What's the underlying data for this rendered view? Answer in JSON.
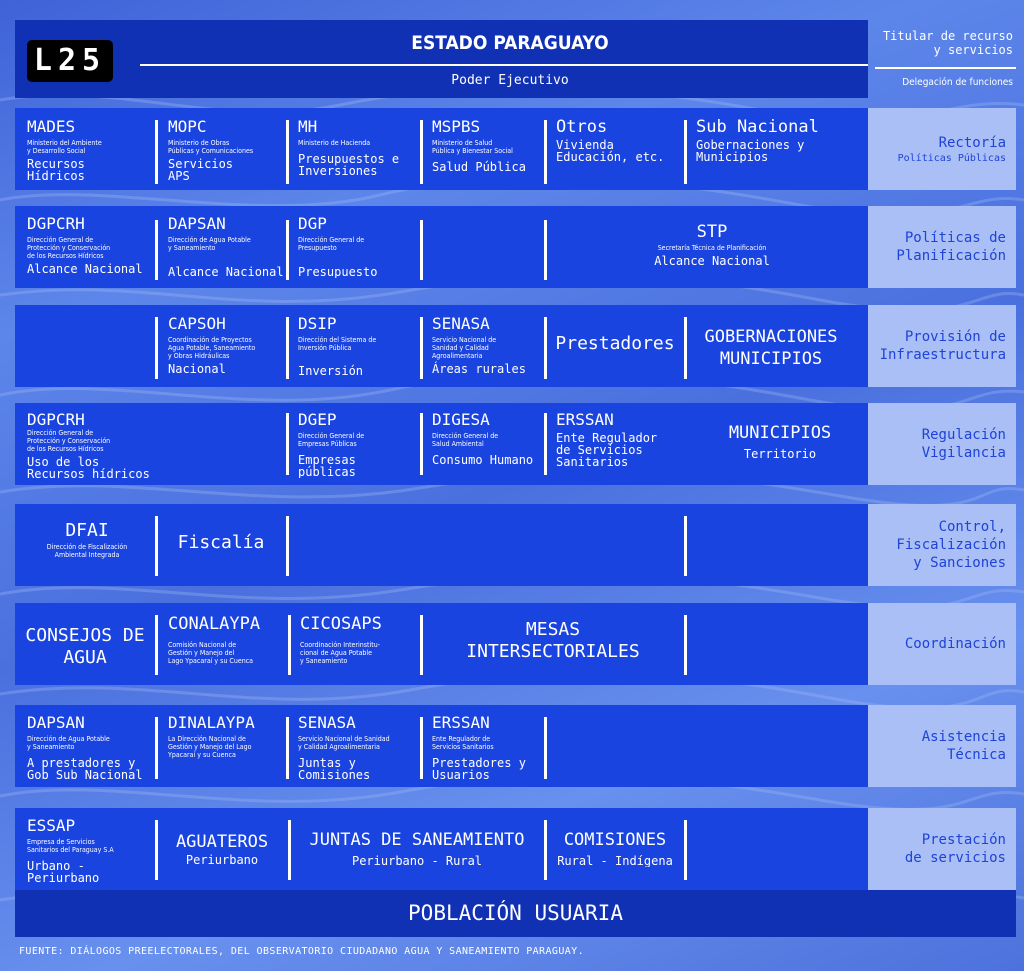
{
  "header": {
    "logo": "L25",
    "title": "ESTADO PARAGUAYO",
    "subtitle": "Poder Ejecutivo",
    "col_title": "Titular de recurso\ny servicios",
    "col_sub": "Delegación de funciones"
  },
  "rows": [
    {
      "label": "Rectoría",
      "label_sub": "Políticas Públicas",
      "cells": [
        {
          "name": "MADES",
          "desc": "Ministerio del Ambiente\ny Desarrollo Social",
          "body": "Recursos\nHídricos"
        },
        {
          "name": "MOPC",
          "desc": "Ministerio de Obras\nPúblicas y Comunicaciones",
          "body": "Servicios\nAPS"
        },
        {
          "name": "MH",
          "desc": "Ministerio de Hacienda",
          "body": "Presupuestos e\nInversiones"
        },
        {
          "name": "MSPBS",
          "desc": "Ministerio de Salud\nPública y Bienestar Social",
          "body": "Salud Pública"
        },
        {
          "name": "Otros",
          "body": "Vivienda\nEducación, etc."
        },
        {
          "name": "Sub Nacional",
          "body": "Gobernaciones y\nMunicipios"
        }
      ]
    },
    {
      "label": "Políticas de\nPlanificación",
      "cells": [
        {
          "name": "DGPCRH",
          "desc": "Dirección General de\nProtección y Conservación\nde los Recursos Hídricos",
          "body": "Alcance Nacional"
        },
        {
          "name": "DAPSAN",
          "desc": "Dirección de Agua Potable\ny Saneamiento",
          "body": "Alcance Nacional"
        },
        {
          "name": "DGP",
          "desc": "Dirección General de\nPresupuesto",
          "body": "Presupuesto"
        },
        {
          "name": "STP",
          "desc": "Secretaría Técnica de Planificación",
          "body": "Alcance Nacional"
        }
      ]
    },
    {
      "label": "Provisión de\nInfraestructura",
      "cells": [
        {
          "name": "CAPSOH",
          "desc": "Coordinación de Proyectos\nAgua Potable, Saneamiento\ny Obras Hidráulicas",
          "body": "Nacional"
        },
        {
          "name": "DSIP",
          "desc": "Dirección del Sistema de\nInversión Pública",
          "body": "Inversión"
        },
        {
          "name": "SENASA",
          "desc": "Servicio Nacional de\nSanidad y Calidad\nAgroalimentaria",
          "body": "Áreas rurales"
        },
        {
          "name": "Prestadores"
        },
        {
          "name": "GOBERNACIONES\nMUNICIPIOS"
        }
      ]
    },
    {
      "label": "Regulación\nVigilancia",
      "cells": [
        {
          "name": "DGPCRH",
          "desc": "Dirección General de\nProtección y Conservación\nde los Recursos Hídricos",
          "body": "Uso de los\nRecursos hídricos"
        },
        {
          "name": "DGEP",
          "desc": "Dirección General de\nEmpresas Públicas",
          "body": "Empresas públicas"
        },
        {
          "name": "DIGESA",
          "desc": "Dirección General de\nSalud Ambiental",
          "body": "Consumo Humano"
        },
        {
          "name": "ERSSAN",
          "body": "Ente Regulador\nde Servicios\nSanitarios"
        },
        {
          "name": "MUNICIPIOS",
          "body": "Territorio"
        }
      ]
    },
    {
      "label": "Control,\nFiscalización\ny Sanciones",
      "cells": [
        {
          "name": "DFAI",
          "desc": "Dirección de Fiscalización\nAmbiental Integrada"
        },
        {
          "name": "Fiscalía"
        }
      ]
    },
    {
      "label": "Coordinación",
      "cells": [
        {
          "name": "CONSEJOS DE\nAGUA"
        },
        {
          "name": "CONALAYPA",
          "desc": "Comisión Nacional de\nGestión y Manejo del\nLago Ypacaraí y su Cuenca"
        },
        {
          "name": "CICOSAPS",
          "desc": "Coordinación Interinstitu-\ncional de Agua Potable\ny Saneamiento"
        },
        {
          "name": "MESAS\nINTERSECTORIALES"
        }
      ]
    },
    {
      "label": "Asistencia\nTécnica",
      "cells": [
        {
          "name": "DAPSAN",
          "desc": "Dirección de Agua Potable\ny Saneamiento",
          "body": "A prestadores y\nGob Sub Nacional"
        },
        {
          "name": "DINALAYPA",
          "desc": "La Dirección Nacional de\nGestión y Manejo del Lago\nYpacaraí y su Cuenca"
        },
        {
          "name": "SENASA",
          "desc": "Servicio Nacional de Sanidad\ny Calidad Agroalimentaria",
          "body": "Juntas y\nComisiones"
        },
        {
          "name": "ERSSAN",
          "desc": "Ente Regulador de\nServicios Sanitarios",
          "body": "Prestadores y\nUsuarios"
        }
      ]
    },
    {
      "label": "Prestación\nde servicios",
      "cells": [
        {
          "name": "ESSAP",
          "desc": "Empresa de Servicios\nSanitarios del Paraguay S.A",
          "body": "Urbano - Periurbano"
        },
        {
          "name": "AGUATEROS",
          "body": "Periurbano"
        },
        {
          "name": "JUNTAS DE SANEAMIENTO",
          "body": "Periurbano - Rural"
        },
        {
          "name": "COMISIONES",
          "body": "Rural - Indígena"
        }
      ]
    }
  ],
  "footer": {
    "bottom_band": "POBLACIÓN USUARIA",
    "source": "FUENTE: DIÁLOGOS PREELECTORALES, DEL OBSERVATORIO CIUDADANO AGUA Y SANEAMIENTO PARAGUAY."
  },
  "colors": {
    "band": "#1a44e0",
    "header": "#1131b4",
    "label_bg": "#a9bff5",
    "label_text": "#1f43d6",
    "background": "#5278e2"
  }
}
